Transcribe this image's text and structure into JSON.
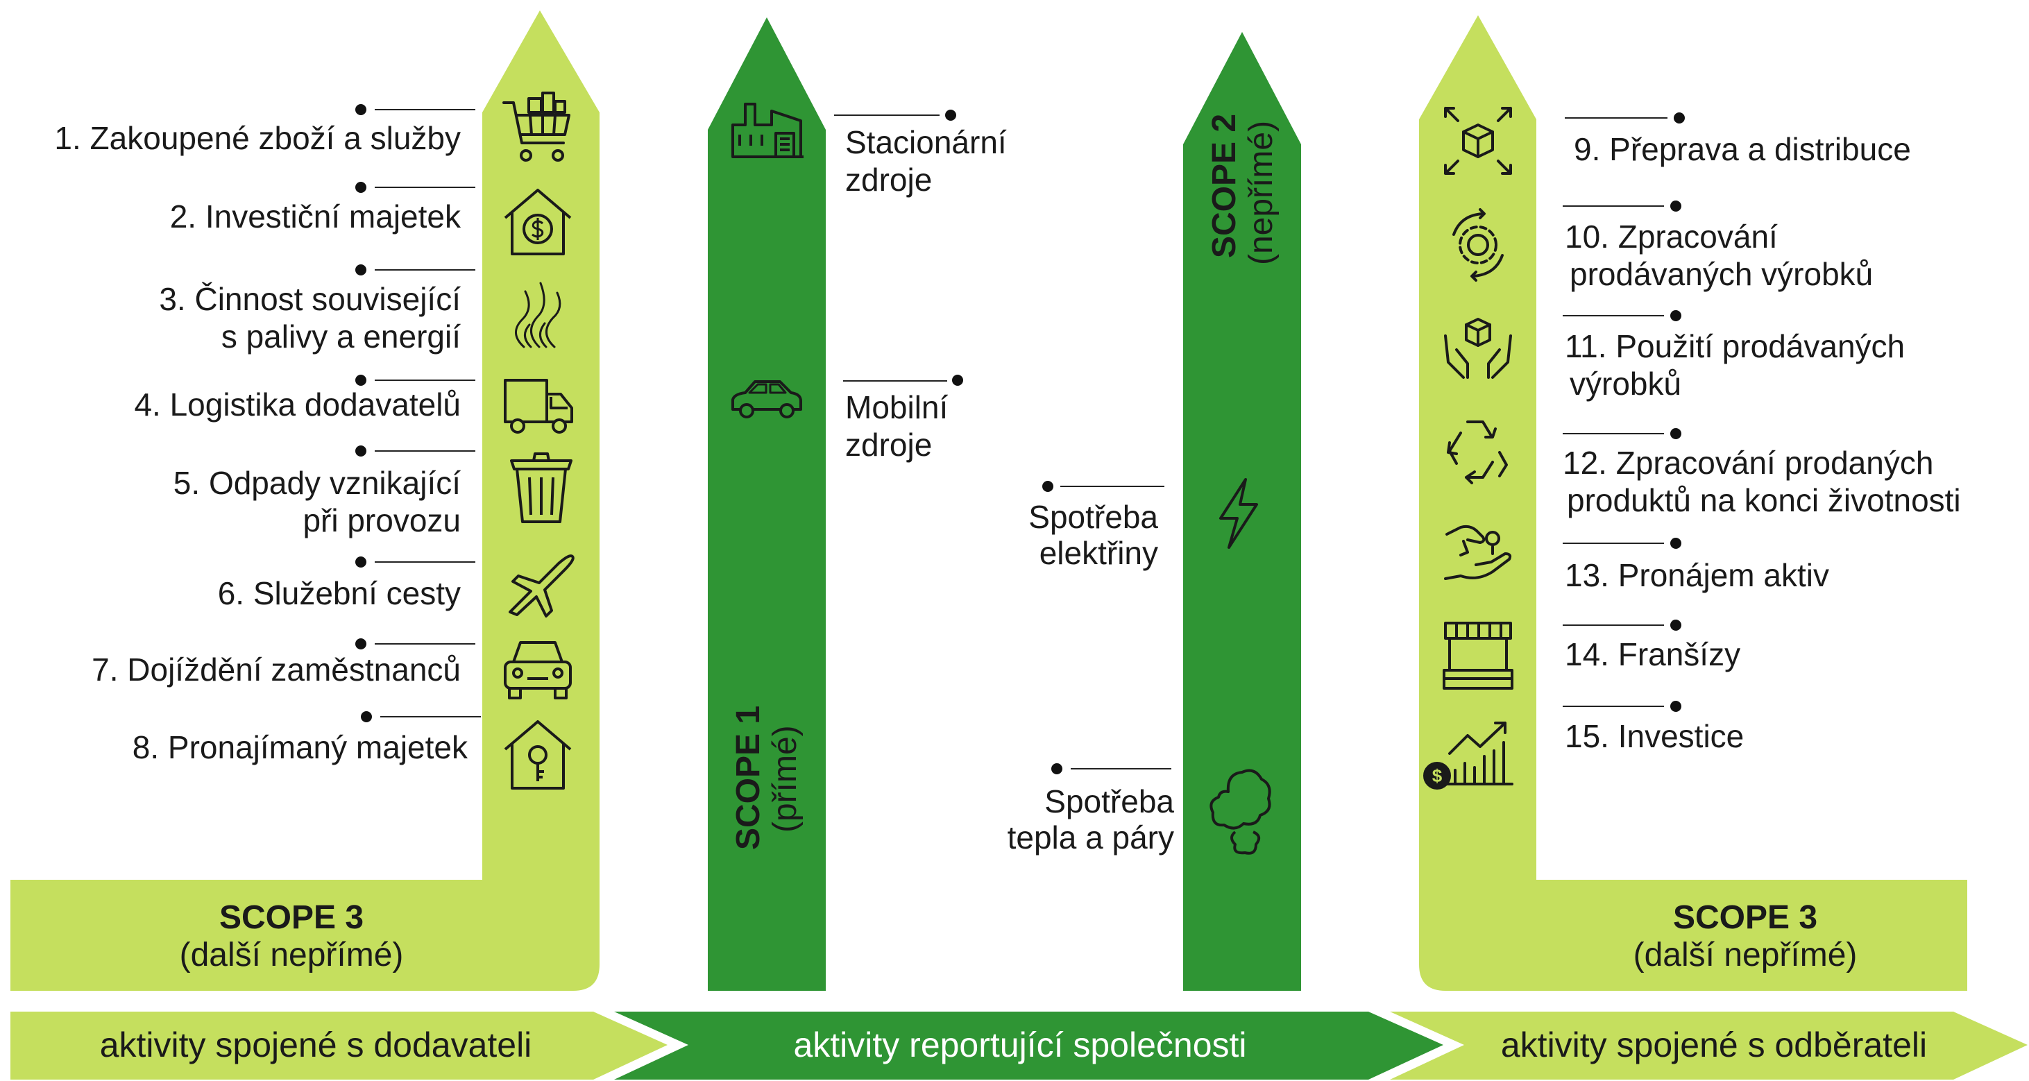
{
  "colors": {
    "light_green": "#c5df5e",
    "dark_green": "#2f9534",
    "text_dark": "#1a1a1a",
    "text_white": "#ffffff"
  },
  "scope3_left": {
    "title": "SCOPE 3",
    "subtitle": "(další nepřímé)",
    "items": [
      {
        "lines": [
          "1. Zakoupené zboží a služby"
        ],
        "icon": "shopping-cart-icon"
      },
      {
        "lines": [
          "2. Investiční majetek"
        ],
        "icon": "house-dollar-icon"
      },
      {
        "lines": [
          "3. Činnost související",
          "s palivy a energií"
        ],
        "icon": "flame-icon"
      },
      {
        "lines": [
          "4. Logistika dodavatelů"
        ],
        "icon": "truck-icon"
      },
      {
        "lines": [
          "5. Odpady vznikající",
          "při provozu"
        ],
        "icon": "trash-bin-icon"
      },
      {
        "lines": [
          "6. Služební cesty"
        ],
        "icon": "airplane-icon"
      },
      {
        "lines": [
          "7. Dojíždění zaměstnanců"
        ],
        "icon": "car-front-icon"
      },
      {
        "lines": [
          "8. Pronajímaný majetek"
        ],
        "icon": "house-key-icon"
      }
    ]
  },
  "scope1": {
    "title": "SCOPE 1",
    "subtitle": "(přímé)",
    "items": [
      {
        "lines": [
          "Stacionární",
          "zdroje"
        ],
        "icon": "factory-icon"
      },
      {
        "lines": [
          "Mobilní",
          "zdroje"
        ],
        "icon": "car-side-icon"
      }
    ]
  },
  "scope2": {
    "title": "SCOPE 2",
    "subtitle": "(nepřímé)",
    "items": [
      {
        "lines": [
          "Spotřeba",
          "elektřiny"
        ],
        "icon": "lightning-icon"
      },
      {
        "lines": [
          "Spotřeba",
          "tepla a páry"
        ],
        "icon": "steam-cloud-icon"
      }
    ]
  },
  "scope3_right": {
    "title": "SCOPE 3",
    "subtitle": "(další nepřímé)",
    "items": [
      {
        "lines": [
          "9. Přeprava a distribuce"
        ],
        "icon": "box-arrows-icon"
      },
      {
        "lines": [
          "10. Zpracování",
          "prodávaných výrobků"
        ],
        "icon": "gear-cycle-icon"
      },
      {
        "lines": [
          "11. Použití prodávaných",
          "výrobků"
        ],
        "icon": "hands-box-icon"
      },
      {
        "lines": [
          "12. Zpracování prodaných",
          "produktů na konci životnosti"
        ],
        "icon": "recycle-icon"
      },
      {
        "lines": [
          "13. Pronájem aktiv"
        ],
        "icon": "hand-coin-icon"
      },
      {
        "lines": [
          "14. Franšízy"
        ],
        "icon": "storefront-icon"
      },
      {
        "lines": [
          "15. Investice"
        ],
        "icon": "growth-chart-icon"
      }
    ]
  },
  "bands": {
    "suppliers": "aktivity spojené s dodavateli",
    "company": "aktivity reportující společnosti",
    "customers": "aktivity spojené s odběrateli"
  }
}
